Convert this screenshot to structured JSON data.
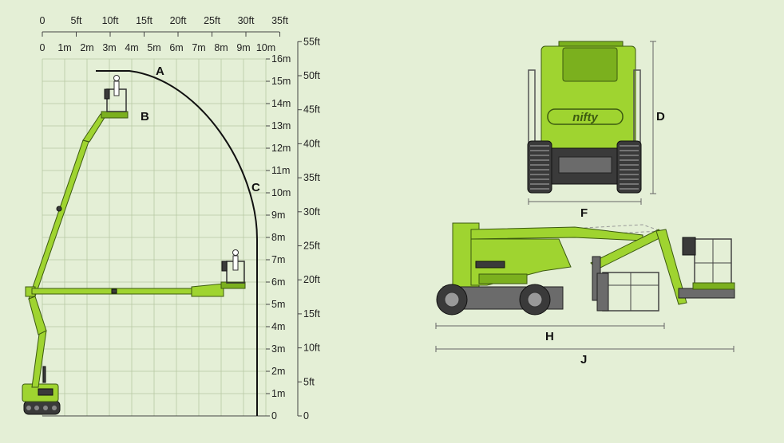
{
  "diagram": {
    "feet_scale": {
      "ticks": [
        "0",
        "5ft",
        "10ft",
        "15ft",
        "20ft",
        "25ft",
        "30ft",
        "35ft"
      ]
    },
    "meter_scale": {
      "ticks": [
        "0",
        "1m",
        "2m",
        "3m",
        "4m",
        "5m",
        "6m",
        "7m",
        "8m",
        "9m",
        "10m"
      ]
    },
    "height_meter_scale": {
      "ticks": [
        "0",
        "1m",
        "2m",
        "3m",
        "4m",
        "5m",
        "6m",
        "7m",
        "8m",
        "9m",
        "10m",
        "11m",
        "12m",
        "13m",
        "14m",
        "15m",
        "16m"
      ]
    },
    "height_feet_scale": {
      "ticks": [
        "0",
        "5ft",
        "10ft",
        "15ft",
        "20ft",
        "25ft",
        "30ft",
        "35ft",
        "40ft",
        "45ft",
        "50ft",
        "55ft"
      ]
    },
    "labels": {
      "A": "A",
      "B": "B",
      "C": "C",
      "D": "D",
      "F": "F",
      "H": "H",
      "J": "J"
    },
    "brand": "nifty",
    "colors": {
      "machine": "#9fd430",
      "machine_dark": "#3c5a10",
      "background": "#e4efd6",
      "grid": "#b7c8a3",
      "tracks": "#3a3a3a"
    }
  }
}
